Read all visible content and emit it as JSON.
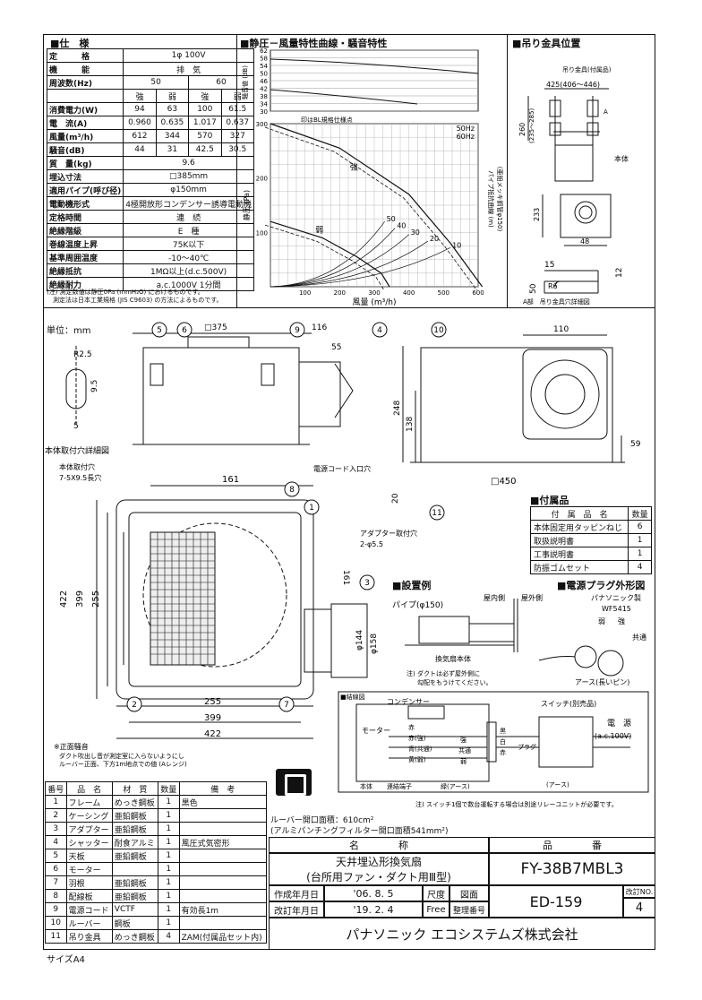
{
  "sections": {
    "spec_title": "■仕　様",
    "chart_title": "■静圧－風量特性曲線・騒音特性",
    "hanger_title": "■吊り金具位置",
    "accessories_title": "■付属品",
    "install_title": "■設置例",
    "plug_title": "■電源プラグ外形図",
    "wiring_title": "■結線図"
  },
  "spec": {
    "rows": [
      {
        "label": "定　　　格",
        "cells": [
          "1φ 100V"
        ]
      },
      {
        "label": "機　　　能",
        "cells": [
          "排　気"
        ]
      },
      {
        "label": "周波数(Hz)",
        "cells": [
          "50",
          "60"
        ]
      },
      {
        "label": "",
        "cells": [
          "強",
          "弱",
          "強",
          "弱"
        ]
      },
      {
        "label": "消費電力(W)",
        "cells": [
          "94",
          "63",
          "100",
          "61.5"
        ]
      },
      {
        "label": "電　流(A)",
        "cells": [
          "0.960",
          "0.635",
          "1.017",
          "0.637"
        ]
      },
      {
        "label": "風量(m³/h)",
        "cells": [
          "612",
          "344",
          "570",
          "327"
        ]
      },
      {
        "label": "騒音(dB)",
        "cells": [
          "44",
          "31",
          "42.5",
          "30.5"
        ]
      },
      {
        "label": "質　量(kg)",
        "cells": [
          "9.6"
        ]
      },
      {
        "label": "埋込寸法",
        "cells": [
          "□385mm"
        ]
      },
      {
        "label": "適用パイプ(呼び径)",
        "cells": [
          "φ150mm"
        ]
      },
      {
        "label": "電動機形式",
        "cells": [
          "4極開放形コンデンサー誘導電動機"
        ]
      },
      {
        "label": "定格時間",
        "cells": [
          "連　続"
        ]
      },
      {
        "label": "絶縁階級",
        "cells": [
          "E　種"
        ]
      },
      {
        "label": "巻線温度上昇",
        "cells": [
          "75K以下"
        ]
      },
      {
        "label": "基準周囲温度",
        "cells": [
          "-10～40℃"
        ]
      },
      {
        "label": "絶縁抵抗",
        "cells": [
          "1MΩ以上(d.c.500V)"
        ]
      },
      {
        "label": "絶縁耐力",
        "cells": [
          "a.c.1000V 1分間"
        ]
      }
    ],
    "note1": "(注) 測定数値は静圧0Pa (mmH₂O) におけるものです。",
    "note2": "　測定法は日本工業規格 (JIS C9603) の方法によるものです。"
  },
  "chart_data": {
    "type": "line",
    "xlabel": "風量 (m³/h)",
    "ylabel": "静圧 (Pa)",
    "noise_ylabel": "騒音値 (dB)",
    "x_ticks": [
      "100",
      "200",
      "300",
      "400",
      "500",
      "600"
    ],
    "y_ticks": [
      "100",
      "200",
      "300"
    ],
    "noise_ticks": [
      "30",
      "34",
      "38",
      "42",
      "46",
      "50",
      "54",
      "58",
      "62"
    ],
    "xlim": [
      0,
      600
    ],
    "ylim": [
      0,
      300
    ],
    "legend": [
      "50Hz",
      "60Hz"
    ],
    "noise_note": "印はBL規格仕様点",
    "pipe_label": "パイプ抵抗曲線 (m)",
    "pipe_label2": "(亜鉛メッキ鋼管φ150)",
    "pipe_lengths": [
      "50",
      "40",
      "30",
      "20",
      "10"
    ],
    "series": [
      {
        "name": "強",
        "x": [
          0,
          200,
          400,
          520,
          612
        ],
        "y": [
          300,
          255,
          170,
          80,
          0
        ]
      },
      {
        "name": "弱",
        "x": [
          0,
          150,
          250,
          320,
          344
        ],
        "y": [
          120,
          90,
          55,
          25,
          0
        ]
      }
    ],
    "labels": {
      "strong": "強",
      "weak": "弱"
    }
  },
  "hanger": {
    "label_top": "吊り金具(付属品)",
    "dim_425": "425(406～446)",
    "dim_260": "260",
    "dim_260b": "(235～285)",
    "body": "本体",
    "dim_233": "233",
    "dim_48": "48",
    "dim_15": "15",
    "dim_12": "12",
    "dim_50": "50",
    "dim_r6": "R6",
    "a": "A",
    "caption": "A部　吊り金具穴詳細図"
  },
  "drawing": {
    "unit": "単位：mm",
    "r25": "R2.5",
    "d95": "9.5",
    "d5": "5",
    "body_hole_title": "本体取付穴詳細図",
    "body_hole": "本体取付穴",
    "body_hole2": "7-5X9.5長穴",
    "sq375": "□375",
    "d116": "116",
    "d55": "55",
    "d110": "110",
    "d248": "248",
    "d138": "138",
    "d59": "59",
    "d20": "20",
    "sq450": "□450",
    "d161": "161",
    "d161v": "161",
    "cord_hole": "電源コード入口穴",
    "adapter_hole": "アダプター取付穴",
    "adapter_hole2": "2-φ5.5",
    "d422": "422",
    "d399": "399",
    "d255": "255",
    "d144": "φ144",
    "d158": "φ158",
    "b255": "255",
    "b399": "399",
    "b422": "422",
    "note_title": "※正面騒音",
    "note_l1": "ダクト吹出し音が測定室に入らないようにし",
    "note_l2": "ルーバー正面、下方1m地点での値 (Aレンジ)",
    "callouts": [
      "1",
      "2",
      "3",
      "4",
      "5",
      "6",
      "7",
      "8",
      "9",
      "10",
      "11"
    ]
  },
  "accessories": {
    "header": [
      "付　属　品　名",
      "数量"
    ],
    "rows": [
      [
        "本体固定用タッピンねじ",
        "6"
      ],
      [
        "取扱説明書",
        "1"
      ],
      [
        "工事説明書",
        "1"
      ],
      [
        "防振ゴムセット",
        "4"
      ]
    ]
  },
  "install": {
    "pipe": "パイプ(φ150)",
    "indoor": "屋内側",
    "outdoor": "屋外側",
    "body": "換気扇本体",
    "note1": "注) ダクトは必ず屋外側に",
    "note2": "勾配をもうけてください。"
  },
  "plug": {
    "maker": "パナソニック製",
    "model": "WF5415",
    "weak": "弱",
    "strong": "強",
    "common": "共通",
    "earth": "アース(長いピン)"
  },
  "wiring": {
    "label": "結線図",
    "condenser": "コンデンサー",
    "motor": "モーター",
    "red": "赤",
    "strong": "赤(強)",
    "common": "青(共通)",
    "weak": "黄(弱)",
    "black": "黒",
    "white": "白",
    "red2": "赤",
    "t_strong": "強",
    "t_common": "共通",
    "t_weak": "弱",
    "body": "本体",
    "terminal": "連結端子",
    "green": "緑(アース)",
    "plug": "プラグ",
    "switch": "スイッチ(別売品)",
    "power": "電　源",
    "power2": "(a.c.100V)",
    "earth": "(アース)",
    "note": "注) スイッチ1個で数台運転する場合は別途リレーユニットが必要です。"
  },
  "parts": {
    "header": [
      "番号",
      "品　名",
      "材　質",
      "数量",
      "備　考"
    ],
    "rows": [
      [
        "1",
        "フレーム",
        "めっき鋼板",
        "1",
        "黒色"
      ],
      [
        "2",
        "ケーシング",
        "亜鉛鋼板",
        "1",
        ""
      ],
      [
        "3",
        "アダプター",
        "亜鉛鋼板",
        "1",
        ""
      ],
      [
        "4",
        "シャッター",
        "耐食アルミ",
        "1",
        "風圧式気密形"
      ],
      [
        "5",
        "天板",
        "亜鉛鋼板",
        "1",
        ""
      ],
      [
        "6",
        "モーター",
        "",
        "1",
        ""
      ],
      [
        "7",
        "羽根",
        "亜鉛鋼板",
        "1",
        ""
      ],
      [
        "8",
        "配線板",
        "亜鉛鋼板",
        "1",
        ""
      ],
      [
        "9",
        "電源コード",
        "VCTF",
        "1",
        "有効長1m"
      ],
      [
        "10",
        "ルーバー",
        "鋼板",
        "1",
        ""
      ],
      [
        "11",
        "吊り金具",
        "めっき鋼板",
        "4",
        "ZAM(付属品セット内)"
      ]
    ]
  },
  "titleblock": {
    "louver1": "ルーバー開口面積：610cm²",
    "louver2": "(アルミパンチングフィルター開口面積541mm²)",
    "name_h": "名　　　　称",
    "part_h": "品　　　　番",
    "name1": "天井埋込形換気扇",
    "name2": "(台所用ファン・ダクト用Ⅲ型)",
    "model": "FY-38B7MBL3",
    "made_l": "作成年月日",
    "made_v": "'06. 8. 5",
    "rev_l": "改訂年月日",
    "rev_v": "'19. 2. 4",
    "scale_l": "尺度",
    "scale_v": "Free",
    "fig_l": "図面",
    "ref_l": "整理番号",
    "doc": "ED-159",
    "revno_l": "改訂NO.",
    "revno": "4",
    "company": "パナソニック エコシステムズ株式会社"
  },
  "size": "サイズA4"
}
